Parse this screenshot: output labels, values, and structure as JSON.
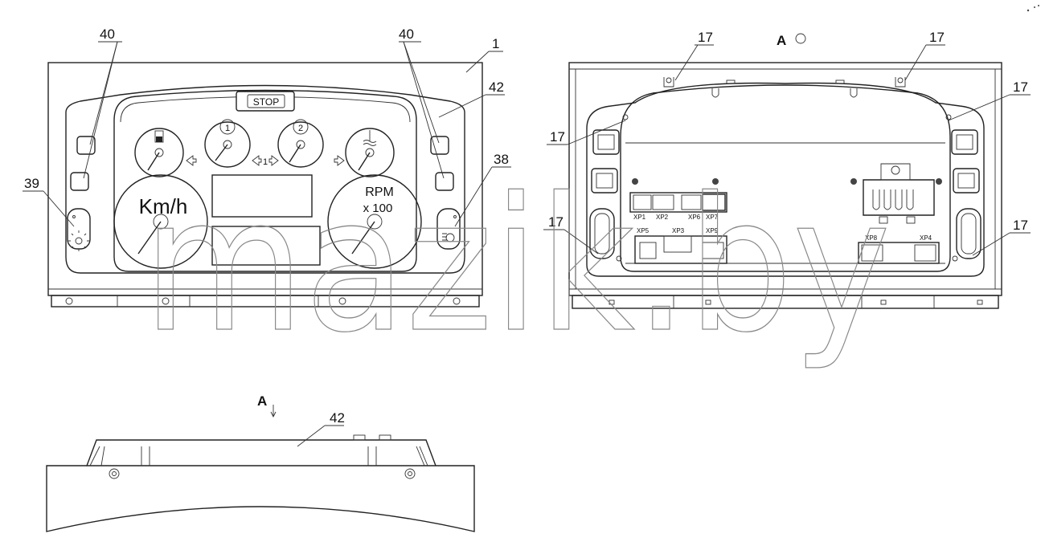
{
  "callouts": {
    "c40a": "40",
    "c40b": "40",
    "c1": "1",
    "c42a": "42",
    "c38": "38",
    "c39": "39",
    "c17a": "17",
    "c17b": "17",
    "c17c": "17",
    "c17d": "17",
    "c17e": "17",
    "c17f": "17",
    "c42b": "42"
  },
  "views": {
    "view_a_top": "A",
    "view_a_arrow": "A"
  },
  "panel_text": {
    "stop": "STOP",
    "speed_unit": "Km/h",
    "rpm_label": "RPM",
    "rpm_mult": "x 100",
    "gauge1": "1",
    "gauge2": "2",
    "turn_mid": "1"
  },
  "connectors": [
    "XP1",
    "XP2",
    "XP6",
    "XP7",
    "XP5",
    "XP3",
    "XP9",
    "XP8",
    "XP4"
  ],
  "watermark": "mazik.by"
}
